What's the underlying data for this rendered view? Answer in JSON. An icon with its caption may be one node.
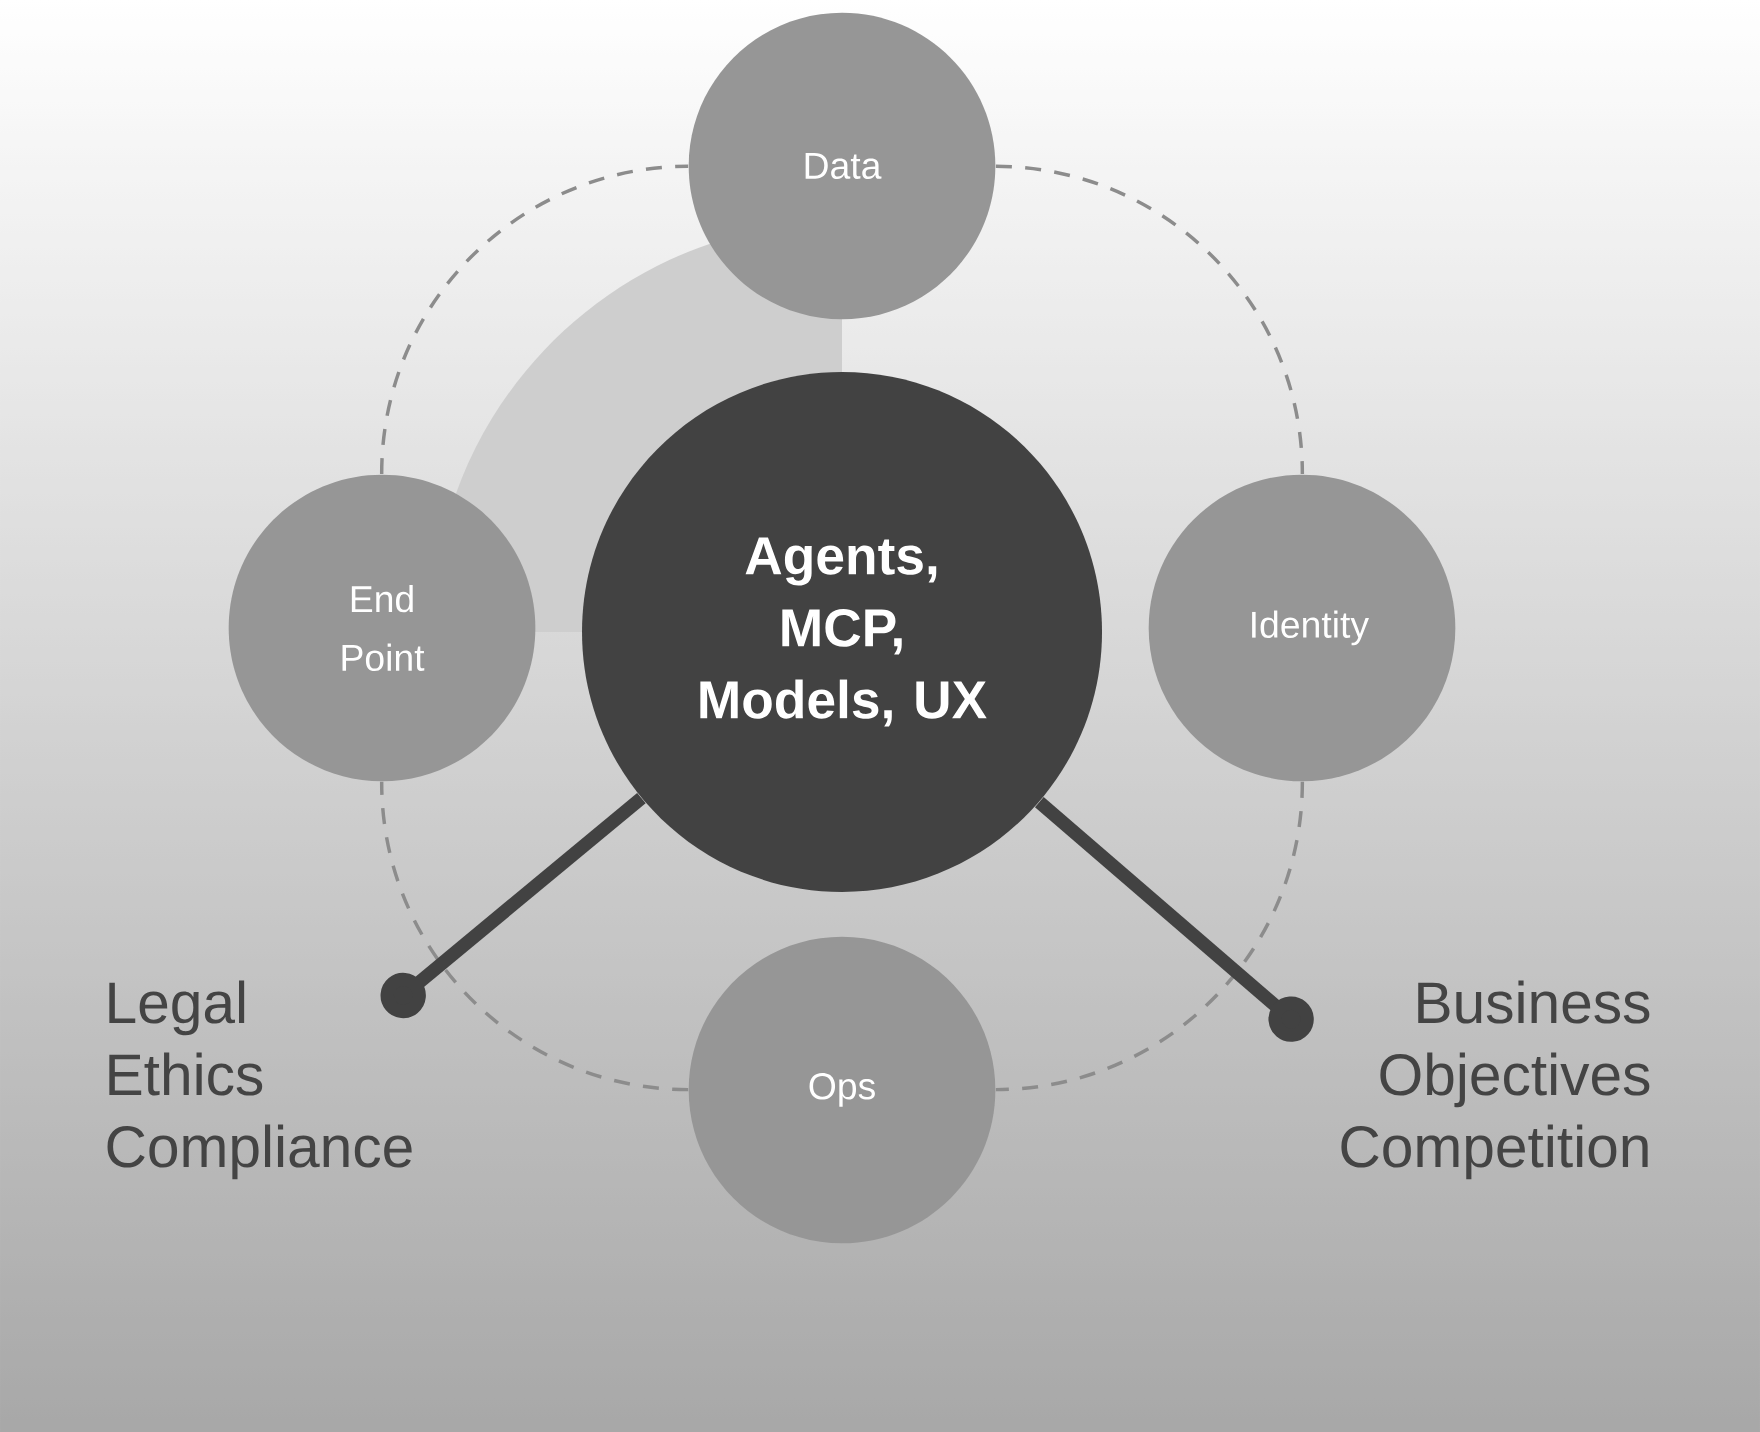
{
  "diagram": {
    "nodes": [
      {
        "text": [
          "Agents, MCP, Models, UX"
        ]
      },
      {
        "text": [
          "Data"
        ]
      },
      {
        "text": [
          "End Point"
        ]
      },
      {
        "text": [
          "Identity"
        ]
      },
      {
        "text": [
          "Ops"
        ]
      },
      {
        "text": [
          "Legal Ethics Compliance"
        ]
      },
      {
        "text": [
          "Business Objectives Competition"
        ]
      }
    ],
    "edges": [
      {
        "from": 1,
        "to": 3,
        "arrow": "none",
        "style": "dashed"
      },
      {
        "from": 3,
        "to": 4,
        "arrow": "none",
        "style": "dashed"
      },
      {
        "from": 4,
        "to": 2,
        "arrow": "none",
        "style": "dashed"
      },
      {
        "from": 2,
        "to": 1,
        "arrow": "none",
        "style": "dashed"
      },
      {
        "from": 0,
        "to": 5,
        "arrow": "other",
        "style": "thick"
      },
      {
        "from": 0,
        "to": 6,
        "arrow": "other",
        "style": "thick"
      }
    ]
  }
}
